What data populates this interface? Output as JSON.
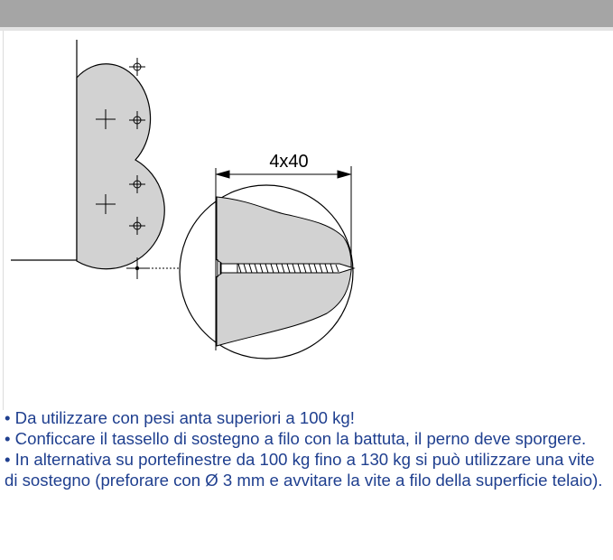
{
  "figure": {
    "dimension_label": "4x40",
    "colors": {
      "fill": "#d2d2d2",
      "stroke": "#000000"
    }
  },
  "notes": [
    "• Da utilizzare con pesi anta superiori a 100 kg!",
    "• Conficcare il tassello di sostegno a filo con la battuta, il perno deve sporgere.",
    "• In alternativa su portefinestre da 100 kg fino a 130 kg si può utilizzare una vite di sostegno (preforare con Ø 3 mm e avvitare la vite a filo della superficie telaio)."
  ],
  "colors": {
    "header_bar": "#a5a5a5",
    "text": "#1f3f8f"
  }
}
